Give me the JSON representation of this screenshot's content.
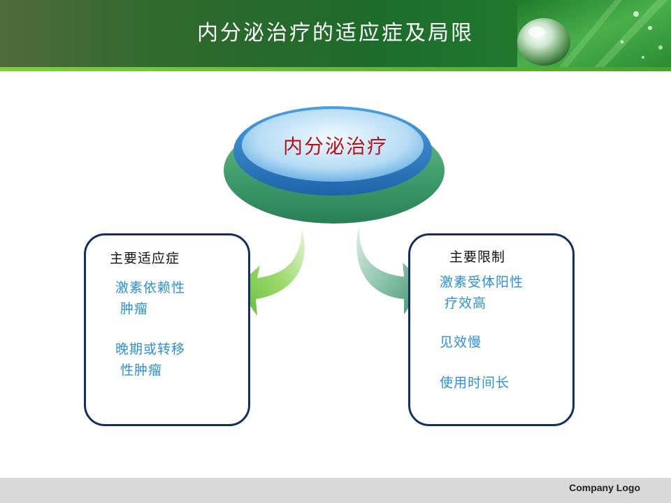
{
  "header": {
    "title": "内分泌治疗的适应症及局限"
  },
  "diagram": {
    "center": "内分泌治疗",
    "left": {
      "title": "主要适应症",
      "items": [
        "激素依赖性\n 肿瘤",
        "晚期或转移\n 性肿瘤"
      ]
    },
    "right": {
      "title": "主要限制",
      "items": [
        "激素受体阳性\n 疗效高",
        "见效慢",
        "使用时间长"
      ]
    }
  },
  "footer": {
    "logo": "Company Logo"
  },
  "colors": {
    "header_green": "#1e6b2a",
    "stripe_green": "#7fcf3e",
    "box_border": "#12305f",
    "item_text": "#2f8fd4",
    "center_text": "#b3131c",
    "ellipse_blue": "#3c8fd0",
    "ellipse_green": "#3c9a6e"
  }
}
